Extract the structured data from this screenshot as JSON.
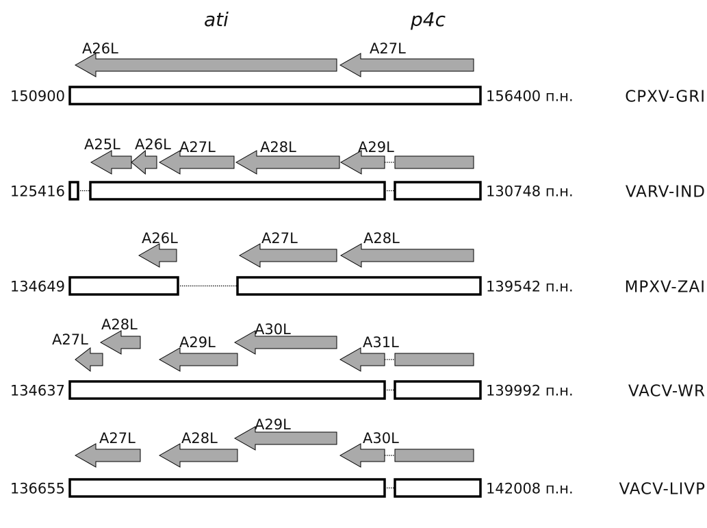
{
  "titles": {
    "left": "ati",
    "right": "p4c"
  },
  "unit": "п.н.",
  "colors": {
    "arrow_fill": "#aaaaaa",
    "stroke": "#000000",
    "bar_fill": "#ffffff"
  },
  "rows": [
    {
      "name": "CPXV-GRI",
      "start": "150900",
      "end": "156400 п.н.",
      "genes": [
        "A26L",
        "A27L"
      ]
    },
    {
      "name": "VARV-IND",
      "start": "125416",
      "end": "130748 п.н.",
      "genes": [
        "A25L",
        "A26L",
        "A27L",
        "A28L",
        "A29L"
      ]
    },
    {
      "name": "MPXV-ZAI",
      "start": "134649",
      "end": "139542 п.н.",
      "genes": [
        "A26L",
        "A27L",
        "A28L"
      ]
    },
    {
      "name": "VACV-WR",
      "start": "134637",
      "end": "139992 п.н.",
      "genes": [
        "A27L",
        "A28L",
        "A29L",
        "A30L",
        "A31L"
      ]
    },
    {
      "name": "VACV-LIVP",
      "start": "136655",
      "end": "142008 п.н.",
      "genes": [
        "A27L",
        "A28L",
        "A29L",
        "A30L"
      ]
    }
  ]
}
